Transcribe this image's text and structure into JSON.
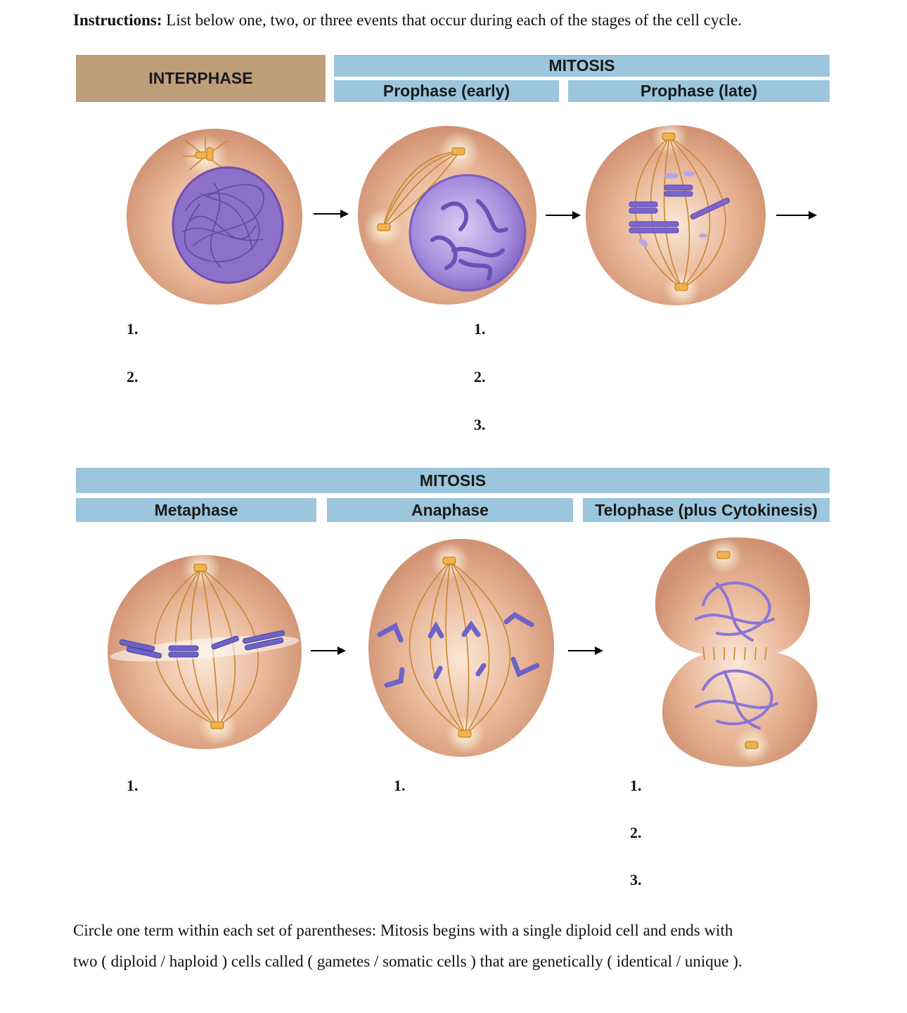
{
  "instructions": {
    "label": "Instructions:",
    "text": "List below one, two, or three events that occur during each of the stages of the cell cycle."
  },
  "top_row": {
    "interphase": "INTERPHASE",
    "mitosis": "MITOSIS",
    "prophase_early": "Prophase (early)",
    "prophase_late": "Prophase (late)",
    "interphase_items": [
      "1.",
      "2."
    ],
    "prophase_early_items": [
      "1.",
      "2.",
      "3."
    ]
  },
  "bottom_row": {
    "mitosis": "MITOSIS",
    "metaphase": "Metaphase",
    "anaphase": "Anaphase",
    "telophase": "Telophase (plus Cytokinesis)",
    "metaphase_items": [
      "1."
    ],
    "anaphase_items": [
      "1."
    ],
    "telophase_items": [
      "1.",
      "2.",
      "3."
    ]
  },
  "closing": {
    "line1": "Circle one term within each set of parentheses:  Mitosis begins with a single diploid cell and ends with",
    "line2": "two ( diploid / haploid ) cells called ( gametes / somatic cells ) that are genetically ( identical / unique )."
  },
  "colors": {
    "interphase_header": "#bf9e7a",
    "mitosis_header": "#9cc6dd",
    "cell": "#e2a98a",
    "chromatin": "#8a6cc4",
    "spindle": "#b9802e"
  }
}
